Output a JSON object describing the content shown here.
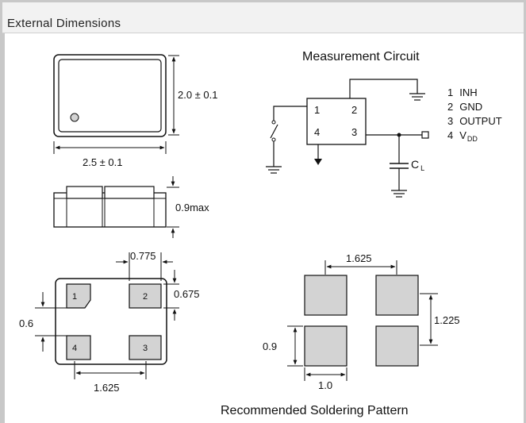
{
  "header": {
    "title": "External Dimensions"
  },
  "top_view": {
    "height_dim": "2.0 ± 0.1",
    "width_dim": "2.5 ± 0.1"
  },
  "side_view": {
    "thickness_dim": "0.9max"
  },
  "pad_layout": {
    "pad_labels": [
      "1",
      "2",
      "3",
      "4"
    ],
    "pad_width_dim": "0.775",
    "pad_height_dim": "0.675",
    "pad_pitch_v_dim": "0.6",
    "pad_pitch_h_dim": "1.625"
  },
  "circuit": {
    "title": "Measurement Circuit",
    "ic_pins": [
      "1",
      "2",
      "4",
      "3"
    ],
    "capacitor_label": "C",
    "capacitor_sub": "L",
    "legend": [
      {
        "num": "1",
        "name": "INH",
        "sub": ""
      },
      {
        "num": "2",
        "name": "GND",
        "sub": ""
      },
      {
        "num": "3",
        "name": "OUTPUT",
        "sub": ""
      },
      {
        "num": "4",
        "name": "V",
        "sub": "DD"
      }
    ]
  },
  "soldering": {
    "title": "Recommended Soldering Pattern",
    "pitch_h_dim": "1.625",
    "pitch_v_dim": "1.225",
    "pad_height_dim": "0.9",
    "pad_width_dim": "1.0"
  },
  "colors": {
    "pad_fill": "#d3d3d3",
    "line": "#111111",
    "frame": "#c8c8c8"
  }
}
